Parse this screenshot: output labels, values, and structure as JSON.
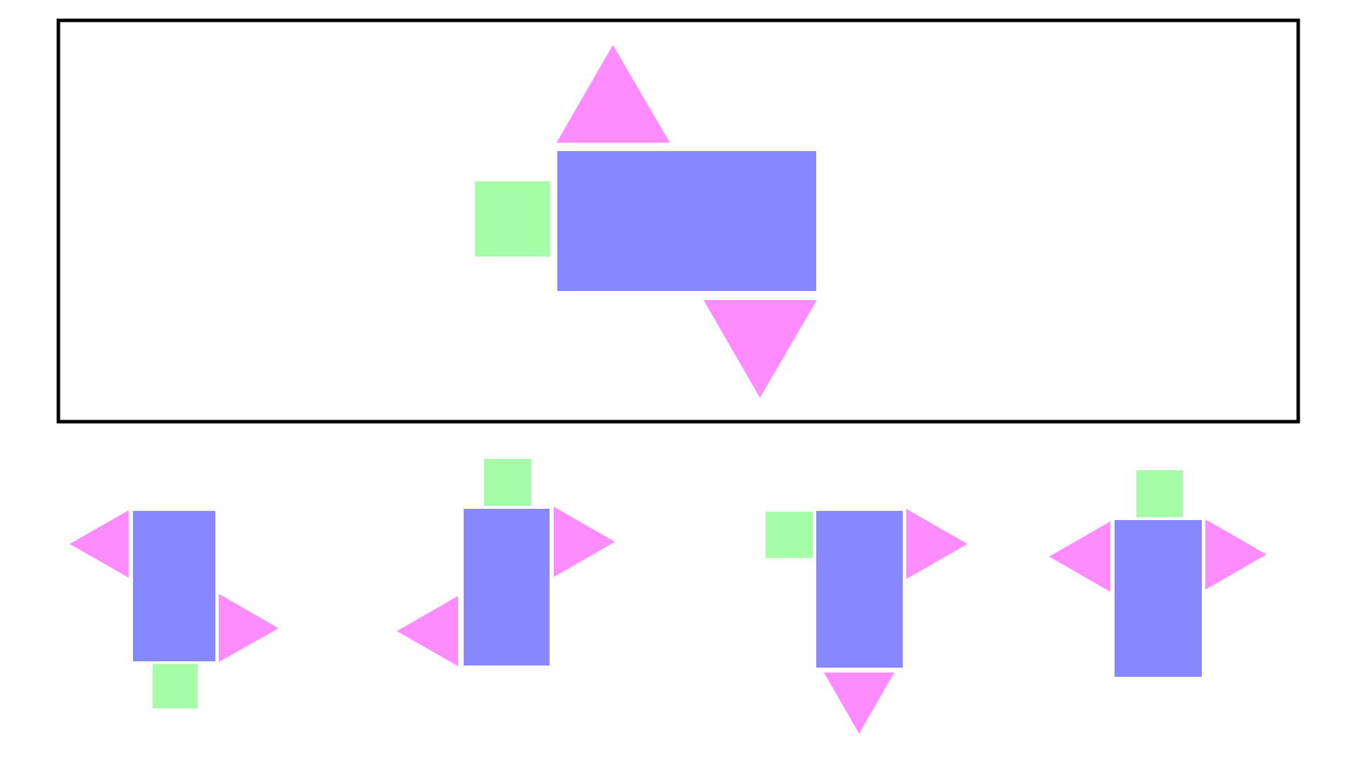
{
  "colors": {
    "rectangle": "#8787ff",
    "square": "#a6ffa6",
    "triangle": "#ff8cff",
    "frame": "#000000",
    "background": "#ffffff"
  },
  "reference_figure": {
    "parts": [
      "blue-rectangle",
      "green-square",
      "pink-triangle-up",
      "pink-triangle-down"
    ]
  },
  "options": [
    {
      "parts": [
        "blue-rectangle",
        "pink-triangle-left",
        "pink-triangle-right",
        "green-square"
      ]
    },
    {
      "parts": [
        "blue-rectangle",
        "green-square",
        "pink-triangle-right",
        "pink-triangle-left"
      ]
    },
    {
      "parts": [
        "blue-rectangle",
        "green-square",
        "pink-triangle-right",
        "pink-triangle-down"
      ]
    },
    {
      "parts": [
        "blue-rectangle",
        "green-square",
        "pink-triangle-left",
        "pink-triangle-right"
      ]
    }
  ]
}
